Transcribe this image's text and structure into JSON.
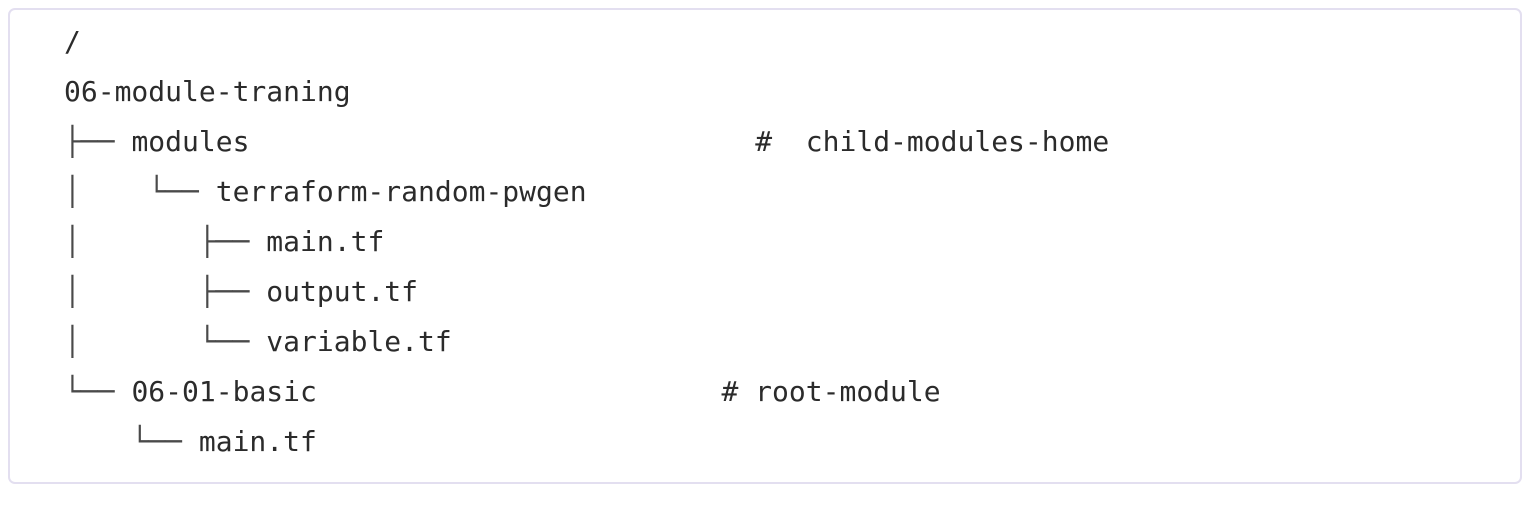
{
  "card": {
    "border_color": "#e3dff0",
    "background_color": "#ffffff",
    "text_color": "#2d2d2d"
  },
  "tree": {
    "lines": [
      {
        "prefix": "",
        "name": "/",
        "comment": ""
      },
      {
        "prefix": "",
        "name": "06-module-traning",
        "comment": ""
      },
      {
        "prefix": "├── ",
        "name": "modules",
        "comment": "#  child-modules-home",
        "comment_col": 41
      },
      {
        "prefix": "│    └── ",
        "name": "terraform-random-pwgen",
        "comment": ""
      },
      {
        "prefix": "│       ├── ",
        "name": "main.tf",
        "comment": ""
      },
      {
        "prefix": "│       ├── ",
        "name": "output.tf",
        "comment": ""
      },
      {
        "prefix": "│       └── ",
        "name": "variable.tf",
        "comment": ""
      },
      {
        "prefix": "└── ",
        "name": "06-01-basic",
        "comment": "# root-module",
        "comment_col": 39
      },
      {
        "prefix": "    └── ",
        "name": "main.tf",
        "comment": ""
      }
    ]
  }
}
